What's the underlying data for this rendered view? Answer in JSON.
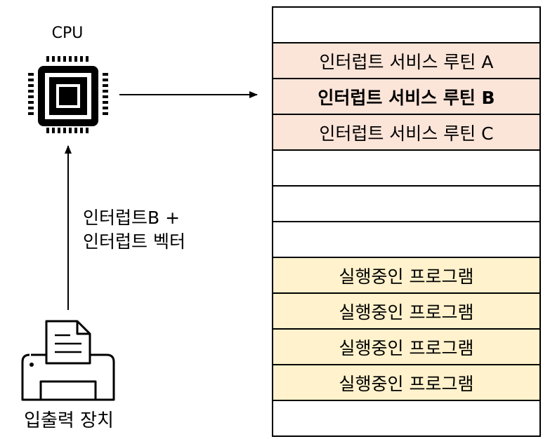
{
  "cpu": {
    "label": "CPU",
    "icon": "cpu-chip-icon"
  },
  "device": {
    "label": "입출력 장치",
    "icon": "printer-icon"
  },
  "signal": {
    "line1": "인터럽트B +",
    "line2": "인터럽트 벡터"
  },
  "memory": {
    "rows": [
      {
        "text": "",
        "kind": "empty"
      },
      {
        "text": "인터럽트 서비스 루틴 A",
        "kind": "isr"
      },
      {
        "text": "인터럽트 서비스 루틴 B",
        "kind": "isr-active"
      },
      {
        "text": "인터럽트 서비스 루틴 C",
        "kind": "isr"
      },
      {
        "text": "",
        "kind": "empty"
      },
      {
        "text": "",
        "kind": "empty"
      },
      {
        "text": "",
        "kind": "empty"
      },
      {
        "text": "실행중인 프로그램",
        "kind": "program"
      },
      {
        "text": "실행중인 프로그램",
        "kind": "program"
      },
      {
        "text": "실행중인 프로그램",
        "kind": "program"
      },
      {
        "text": "실행중인 프로그램",
        "kind": "program"
      },
      {
        "text": "",
        "kind": "empty"
      }
    ]
  },
  "colors": {
    "isr_fill": "#fbe4d8",
    "program_fill": "#fff2cc",
    "line": "#000000"
  }
}
